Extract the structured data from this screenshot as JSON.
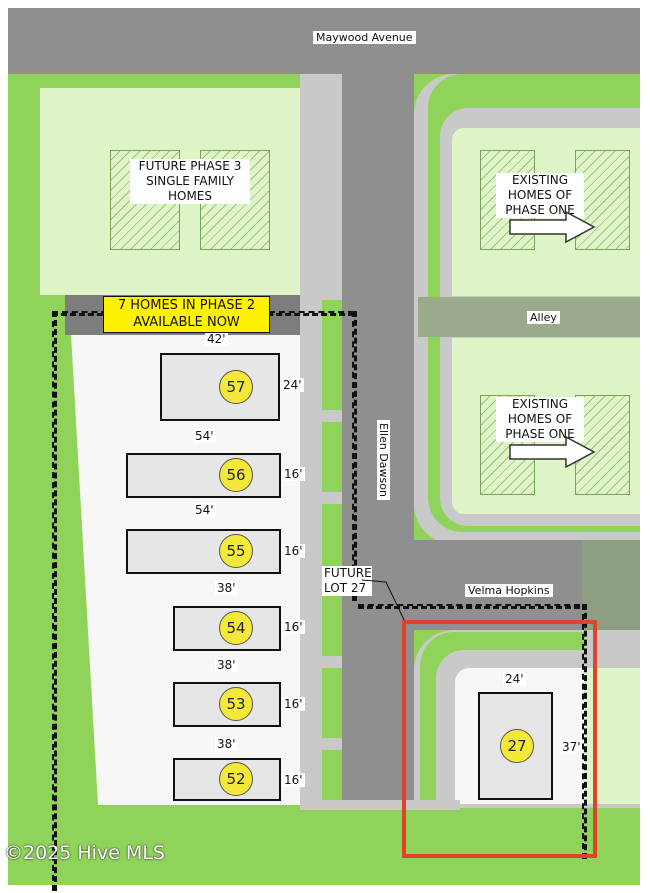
{
  "streets": {
    "top": "Maywood Avenue",
    "vertical": "Ellen Dawson",
    "alley": "Alley",
    "horizontal": "Velma Hopkins"
  },
  "labels": {
    "future_phase3": "FUTURE PHASE 3 SINGLE FAMILY HOMES",
    "existing_homes_1": "EXISTING HOMES OF PHASE ONE",
    "existing_homes_2": "EXISTING HOMES OF PHASE ONE",
    "banner_line1": "7 HOMES IN PHASE 2",
    "banner_line2": "AVAILABLE NOW",
    "future_lot": "FUTURE LOT 27",
    "watermark": "©2025 Hive MLS"
  },
  "lots": [
    {
      "number": "57",
      "width": "42'",
      "depth": "24'"
    },
    {
      "number": "56",
      "width": "54'",
      "depth": "16'"
    },
    {
      "number": "55",
      "width": "54'",
      "depth": "16'"
    },
    {
      "number": "54",
      "width": "38'",
      "depth": "16'"
    },
    {
      "number": "53",
      "width": "38'",
      "depth": "16'"
    },
    {
      "number": "52",
      "width": "38'",
      "depth": "16'"
    },
    {
      "number": "27",
      "width": "24'",
      "depth": "37'"
    }
  ],
  "colors": {
    "highlight": "#e0432b",
    "banner": "#fff200",
    "lot_marker": "#f4e93a"
  }
}
